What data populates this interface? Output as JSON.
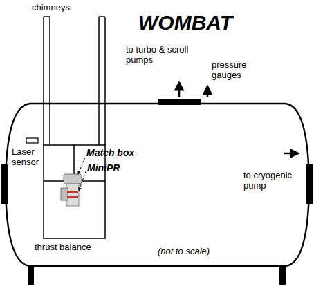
{
  "diagram": {
    "title": "WOMBAT",
    "labels": [
      "chimneys",
      "to turbo & scroll pumps",
      "pressure gauges",
      "Match box",
      "MiniPR",
      "Laser sensor",
      "thrust balance",
      "(not to scale)",
      "to cryogenic pump"
    ]
  }
}
